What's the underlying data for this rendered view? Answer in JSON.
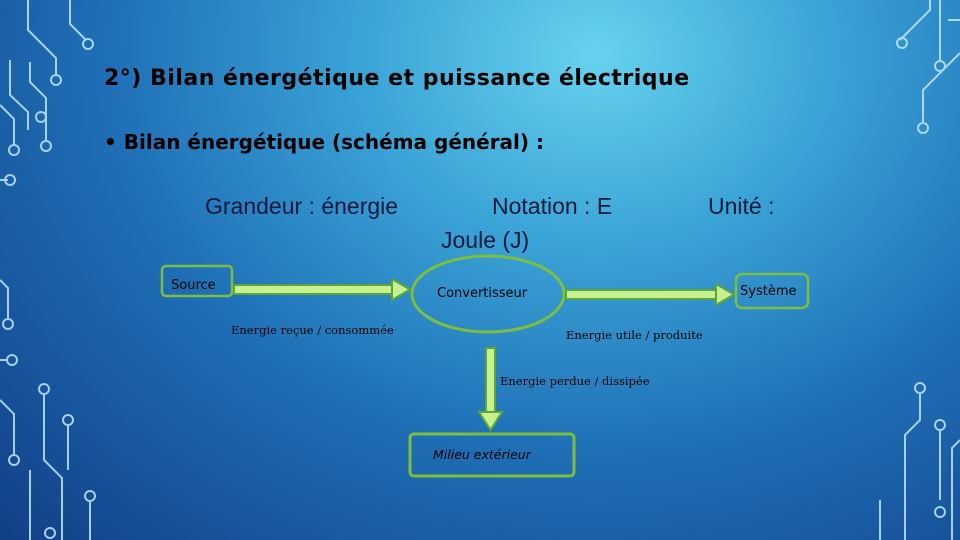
{
  "slide": {
    "title": "2°) Bilan énergétique et puissance électrique",
    "bullet": "• Bilan énergétique (schéma général) :"
  },
  "definition": {
    "grandeur": "Grandeur : énergie",
    "notation": "Notation : E",
    "unite": "Unité :",
    "joule": "Joule (J)"
  },
  "diagram": {
    "source": "Source",
    "convertisseur": "Convertisseur",
    "systeme": "Système",
    "energie_recue": "Energie reçue / consommée",
    "energie_utile": "Energie utile / produite",
    "energie_perdue": "Energie perdue / dissipée",
    "milieu": "Milieu extérieur"
  },
  "colors": {
    "arrow": "#5aa63a",
    "arrow_fill": "#c7f090",
    "outline": "#7cbf3e",
    "text": "#000000"
  }
}
